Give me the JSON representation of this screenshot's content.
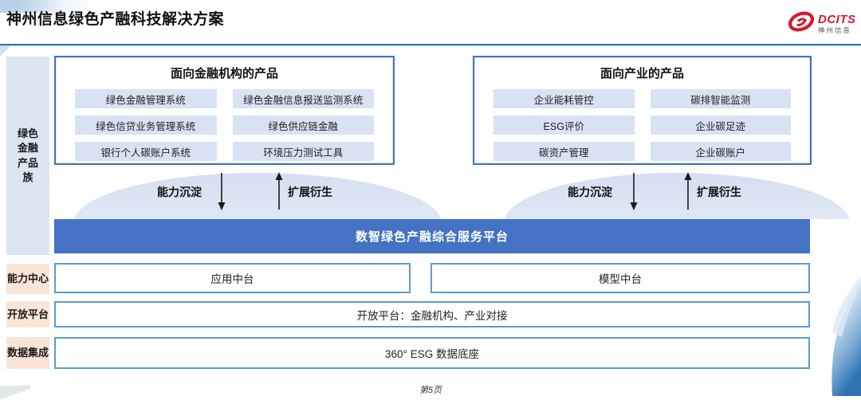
{
  "header": {
    "title": "神州信息绿色产融科技解决方案",
    "logo": {
      "brand": "DCITS",
      "brand_cn": "神州信息"
    }
  },
  "sidebar": {
    "product_family": "绿色金融产品族",
    "capability_center": "能力中心",
    "open_platform": "开放平台",
    "data_integration": "数据集成"
  },
  "product_groups": [
    {
      "title": "面向金融机构的产品",
      "items": [
        "绿色金融管理系统",
        "绿色金融信息报送监测系统",
        "绿色信贷业务管理系统",
        "绿色供应链金融",
        "银行个人碳账户系统",
        "环境压力测试工具"
      ]
    },
    {
      "title": "面向产业的产品",
      "items": [
        "企业能耗管控",
        "碳排智能监测",
        "ESG评价",
        "企业碳足迹",
        "碳资产管理",
        "企业碳账户"
      ]
    }
  ],
  "flows": {
    "down_label": "能力沉淀",
    "up_label": "扩展衍生"
  },
  "platform_bar": "数智绿色产融综合服务平台",
  "capability_boxes": [
    "应用中台",
    "模型中台"
  ],
  "open_platform_box": "开放平台：金融机构、产业对接",
  "data_integration_box": "360° ESG 数据底座",
  "footer": {
    "page": "第5页"
  },
  "colors": {
    "accent_blue": "#4472C4",
    "border_light_blue": "#5B9BD5",
    "divider_blue": "#2E75B6",
    "chip_blue": "#D9E2F3",
    "sidebar_blue": "#DCE6F2",
    "sidebar_peach": "#FBE5D6",
    "logo_red": "#D7172F"
  }
}
